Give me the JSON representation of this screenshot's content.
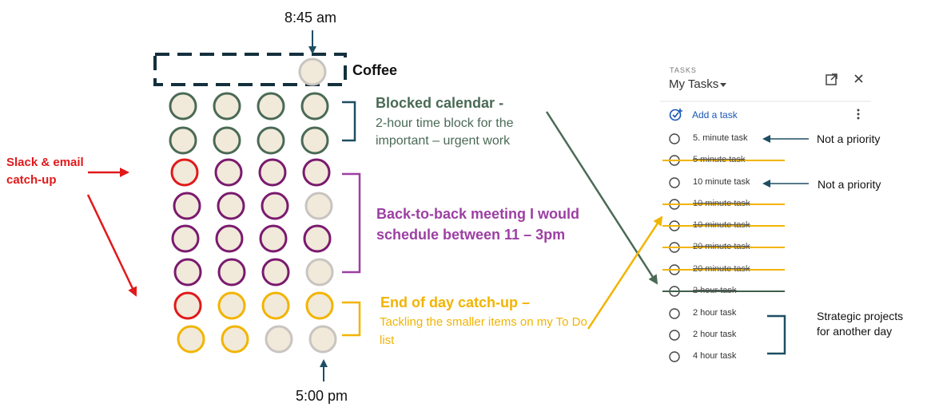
{
  "colors": {
    "green": "#4a6a55",
    "purple": "#7a1a6e",
    "yellow": "#f2b400",
    "red": "#e0191b",
    "gray": "#c8c4c0",
    "circle_fill": "#f1e9da",
    "navy": "#1f4e63"
  },
  "labels": {
    "start_time": "8:45 am",
    "end_time": "5:00 pm",
    "coffee": "Coffee",
    "slack": "Slack & email catch-up",
    "blocked_title": "Blocked calendar -",
    "blocked_sub": "2-hour time block for the important – urgent work",
    "meeting_title": "Back-to-back meeting I would schedule between 11 – 3pm",
    "eod_title": "End of day catch-up –",
    "eod_sub": "Tackling the smaller items on my To Do list"
  },
  "grid": {
    "rows": [
      [
        "none",
        "none",
        "none",
        "gray"
      ],
      [
        "green",
        "green",
        "green",
        "green"
      ],
      [
        "green",
        "green",
        "green",
        "green"
      ],
      [
        "red",
        "purple",
        "purple",
        "purple"
      ],
      [
        "purple",
        "purple",
        "purple",
        "gray"
      ],
      [
        "purple",
        "purple",
        "purple",
        "purple"
      ],
      [
        "purple",
        "purple",
        "purple",
        "gray"
      ],
      [
        "red",
        "yellow",
        "yellow",
        "yellow"
      ],
      [
        "yellow",
        "yellow",
        "gray",
        "gray"
      ]
    ]
  },
  "task_panel": {
    "section_label": "TASKS",
    "title": "My Tasks",
    "dropdown_icon": "caret-down-icon",
    "open_icon": "open-in-new-icon",
    "close_icon": "close-icon",
    "add_task": "Add a task",
    "add_icon": "add-task-icon",
    "more_icon": "more-vert-icon",
    "tasks": [
      {
        "label": "5. minute task",
        "done": false,
        "strike": "none"
      },
      {
        "label": "5 minute task",
        "done": true,
        "strike": "yellow"
      },
      {
        "label": "10 minute task",
        "done": false,
        "strike": "none"
      },
      {
        "label": "10 minute task",
        "done": true,
        "strike": "yellow"
      },
      {
        "label": "10 minute task",
        "done": true,
        "strike": "yellow"
      },
      {
        "label": "20 minute task",
        "done": true,
        "strike": "yellow"
      },
      {
        "label": "20 minute task",
        "done": true,
        "strike": "yellow"
      },
      {
        "label": "2 hour task",
        "done": true,
        "strike": "green"
      },
      {
        "label": "2 hour task",
        "done": false,
        "strike": "none"
      },
      {
        "label": "2 hour task",
        "done": false,
        "strike": "none"
      },
      {
        "label": "4 hour task",
        "done": false,
        "strike": "none"
      }
    ],
    "notes": {
      "not_priority_1": "Not a priority",
      "not_priority_2": "Not a priority",
      "strategic": "Strategic projects for another day"
    }
  }
}
